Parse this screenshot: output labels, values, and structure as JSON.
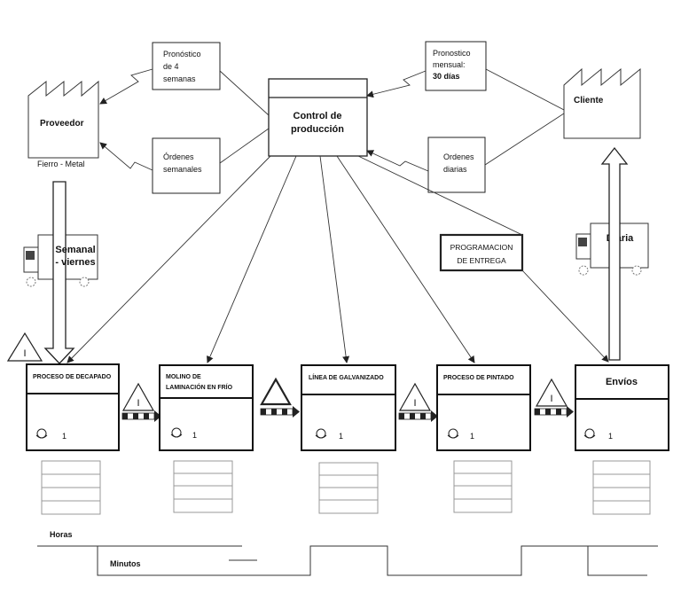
{
  "supplier": {
    "name": "Proveedor",
    "material": "Fierro - Metal"
  },
  "customer": {
    "name": "Cliente"
  },
  "control": {
    "line1": "Control de",
    "line2": "producción"
  },
  "info_boxes": {
    "forecast_4w": [
      "Pronóstico",
      "de 4",
      "semanas"
    ],
    "weekly_orders": [
      "Órdenes",
      "semanales"
    ],
    "monthly_forecast": [
      "Pronostico",
      "mensual:",
      "30 días"
    ],
    "daily_orders": [
      "Ordenes",
      "diarias"
    ],
    "delivery_schedule": [
      "PROGRAMACION",
      "DE ENTREGA"
    ]
  },
  "shipments": {
    "inbound": [
      "Semanal",
      "- viernes"
    ],
    "outbound": "Diaria"
  },
  "processes": [
    {
      "title": [
        "PROCESO DE DECAPADO"
      ],
      "operators": "1"
    },
    {
      "title": [
        "MOLINO DE",
        "LAMINACIÓN EN FRÍO"
      ],
      "operators": "1"
    },
    {
      "title": [
        "LÍNEA DE GALVANIZADO"
      ],
      "operators": "1"
    },
    {
      "title": [
        "PROCESO DE PINTADO"
      ],
      "operators": "1"
    },
    {
      "title": [
        "Envíos"
      ],
      "operators": "1"
    }
  ],
  "timeline": {
    "upper_label": "Horas",
    "lower_label": "Minutos"
  },
  "inventory_symbol": "I"
}
